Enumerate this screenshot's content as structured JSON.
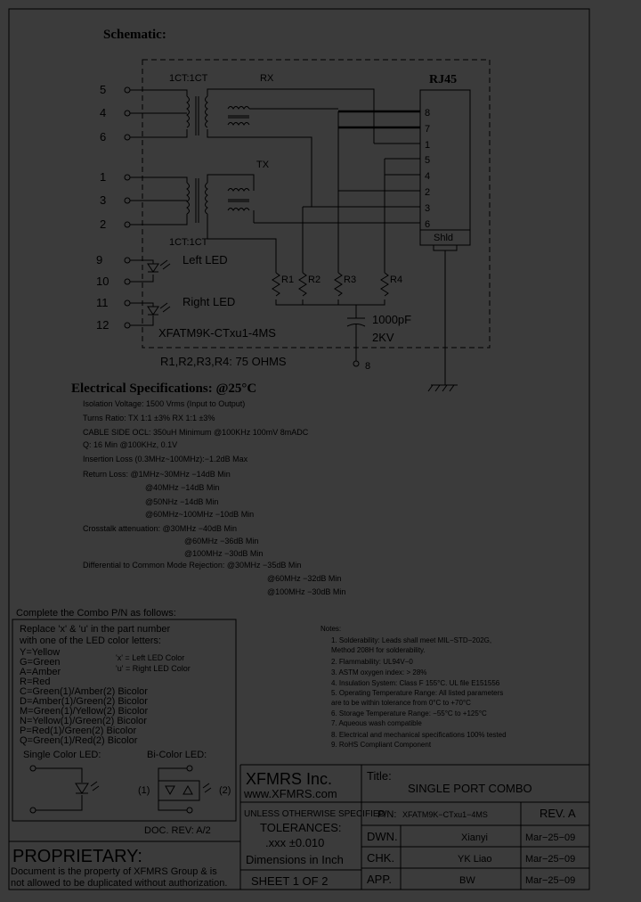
{
  "schematic": {
    "heading": "Schematic:",
    "rx_ratio": "1CT:1CT",
    "rx_label": "RX",
    "tx_label": "TX",
    "tx_ratio": "1CT:1CT",
    "rj45_label": "RJ45",
    "rj45_pins": [
      "8",
      "7",
      "1",
      "5",
      "4",
      "2",
      "3",
      "6"
    ],
    "shield_label": "Shld",
    "left_pins_top": [
      "5",
      "4",
      "6"
    ],
    "left_pins_mid": [
      "1",
      "3",
      "2"
    ],
    "led_pins": [
      "9",
      "10",
      "11",
      "12"
    ],
    "left_led": "Left LED",
    "right_led": "Right LED",
    "resistors": [
      "R1",
      "R2",
      "R3",
      "R4"
    ],
    "cap_value": "1000pF",
    "cap_voltage": "2KV",
    "part_number": "XFATM9K-CTxu1-4MS",
    "resistor_note": "R1,R2,R3,R4:  75  OHMS",
    "pin8": "8"
  },
  "electrical": {
    "heading": "Electrical    Specifications:  @25°C",
    "lines": [
      "Isolation Voltage:  1500 Vrms (Input to Output)",
      "Turns Ratio: TX 1:1 ±3%  RX 1:1 ±3%",
      "CABLE SIDE OCL: 350uH Minimum @100KHz 100mV 8mADC",
      "Q: 16 Min @100KHz, 0.1V",
      "Insertion Loss (0.3MHz~100MHz):−1.2dB Max",
      "Return Loss: @1MHz~30MHz   −14dB Min",
      "@40MHz   −14dB  Min",
      "@50NHz   −14dB  Min",
      "@60MHz~100MHz   −10dB Min",
      "Crosstalk attenuation: @30MHz −40dB Min",
      "@60MHz  −36dB Min",
      "@100MHz  −30dB Min",
      "Differential to Common Mode Rejection: @30MHz  −35dB Min",
      "@60MHz  −32dB Min",
      "@100MHz  −30dB  Min"
    ]
  },
  "combo": {
    "heading": "Complete the Combo P/N as follows:",
    "replace_lines": [
      "Replace 'x' & 'u' in the part number",
      "with one of the LED color letters:"
    ],
    "colors": [
      "Y=Yellow",
      "G=Green",
      "A=Amber",
      "R=Red",
      "C=Green(1)/Amber(2) Bicolor",
      "D=Amber(1)/Green(2) Bicolor",
      "M=Green(1)/Yellow(2) Bicolor",
      "N=Yellow(1)/Green(2) Bicolor",
      "P=Red(1)/Green(2) Bicolor",
      "Q=Green(1)/Red(2) Bicolor"
    ],
    "x_note": "'x' = Left LED Color",
    "u_note": "'u' = Right LED Color",
    "single_led": "Single Color LED:",
    "bi_led": "Bi-Color LED:",
    "bi_1": "(1)",
    "bi_2": "(2)",
    "doc_rev": "DOC. REV: A/2"
  },
  "proprietary": {
    "heading": "PROPRIETARY:",
    "line1": "Document is the property of XFMRS Group & is",
    "line2": "not allowed to be duplicated without authorization."
  },
  "notes": {
    "heading": "Notes:",
    "items": [
      "1.  Solderability: Leads shall meet MIL−STD−202G,",
      "     Method 208H for solderability.",
      "2.  Flammability: UL94V−0",
      "3.  ASTM oxygen index: > 28%",
      "4.  Insulation System: Class F 155°C. UL file E151556",
      "5.  Operating Temperature Range: All listed parameters",
      "     are to be within tolerance from 0°C to +70°C",
      "6.  Storage Temperature Range: −55°C to +125°C",
      "7.  Aqueous wash compatible",
      "8.  Electrical and mechanical specifications 100% tested",
      "9.  RoHS Compliant Component"
    ]
  },
  "title_block": {
    "company": "XFMRS Inc.",
    "website": "www.XFMRS.com",
    "title_label": "Title:",
    "title": "SINGLE  PORT  COMBO",
    "tol1": "UNLESS OTHERWISE SPECIFIED",
    "tol2": "TOLERANCES:",
    "tol3": ".xxx ±0.010",
    "tol4": "Dimensions in Inch",
    "pn_label": "P/N:",
    "pn": "XFATM9K−CTxu1−4MS",
    "rev": "REV. A",
    "dwn_label": "DWN.",
    "dwn_name": "Xianyi",
    "dwn_date": "Mar−25−09",
    "chk_label": "CHK.",
    "chk_name": "YK Liao",
    "chk_date": "Mar−25−09",
    "app_label": "APP.",
    "app_name": "BW",
    "app_date": "Mar−25−09",
    "sheet": "SHEET  1  OF  2"
  }
}
